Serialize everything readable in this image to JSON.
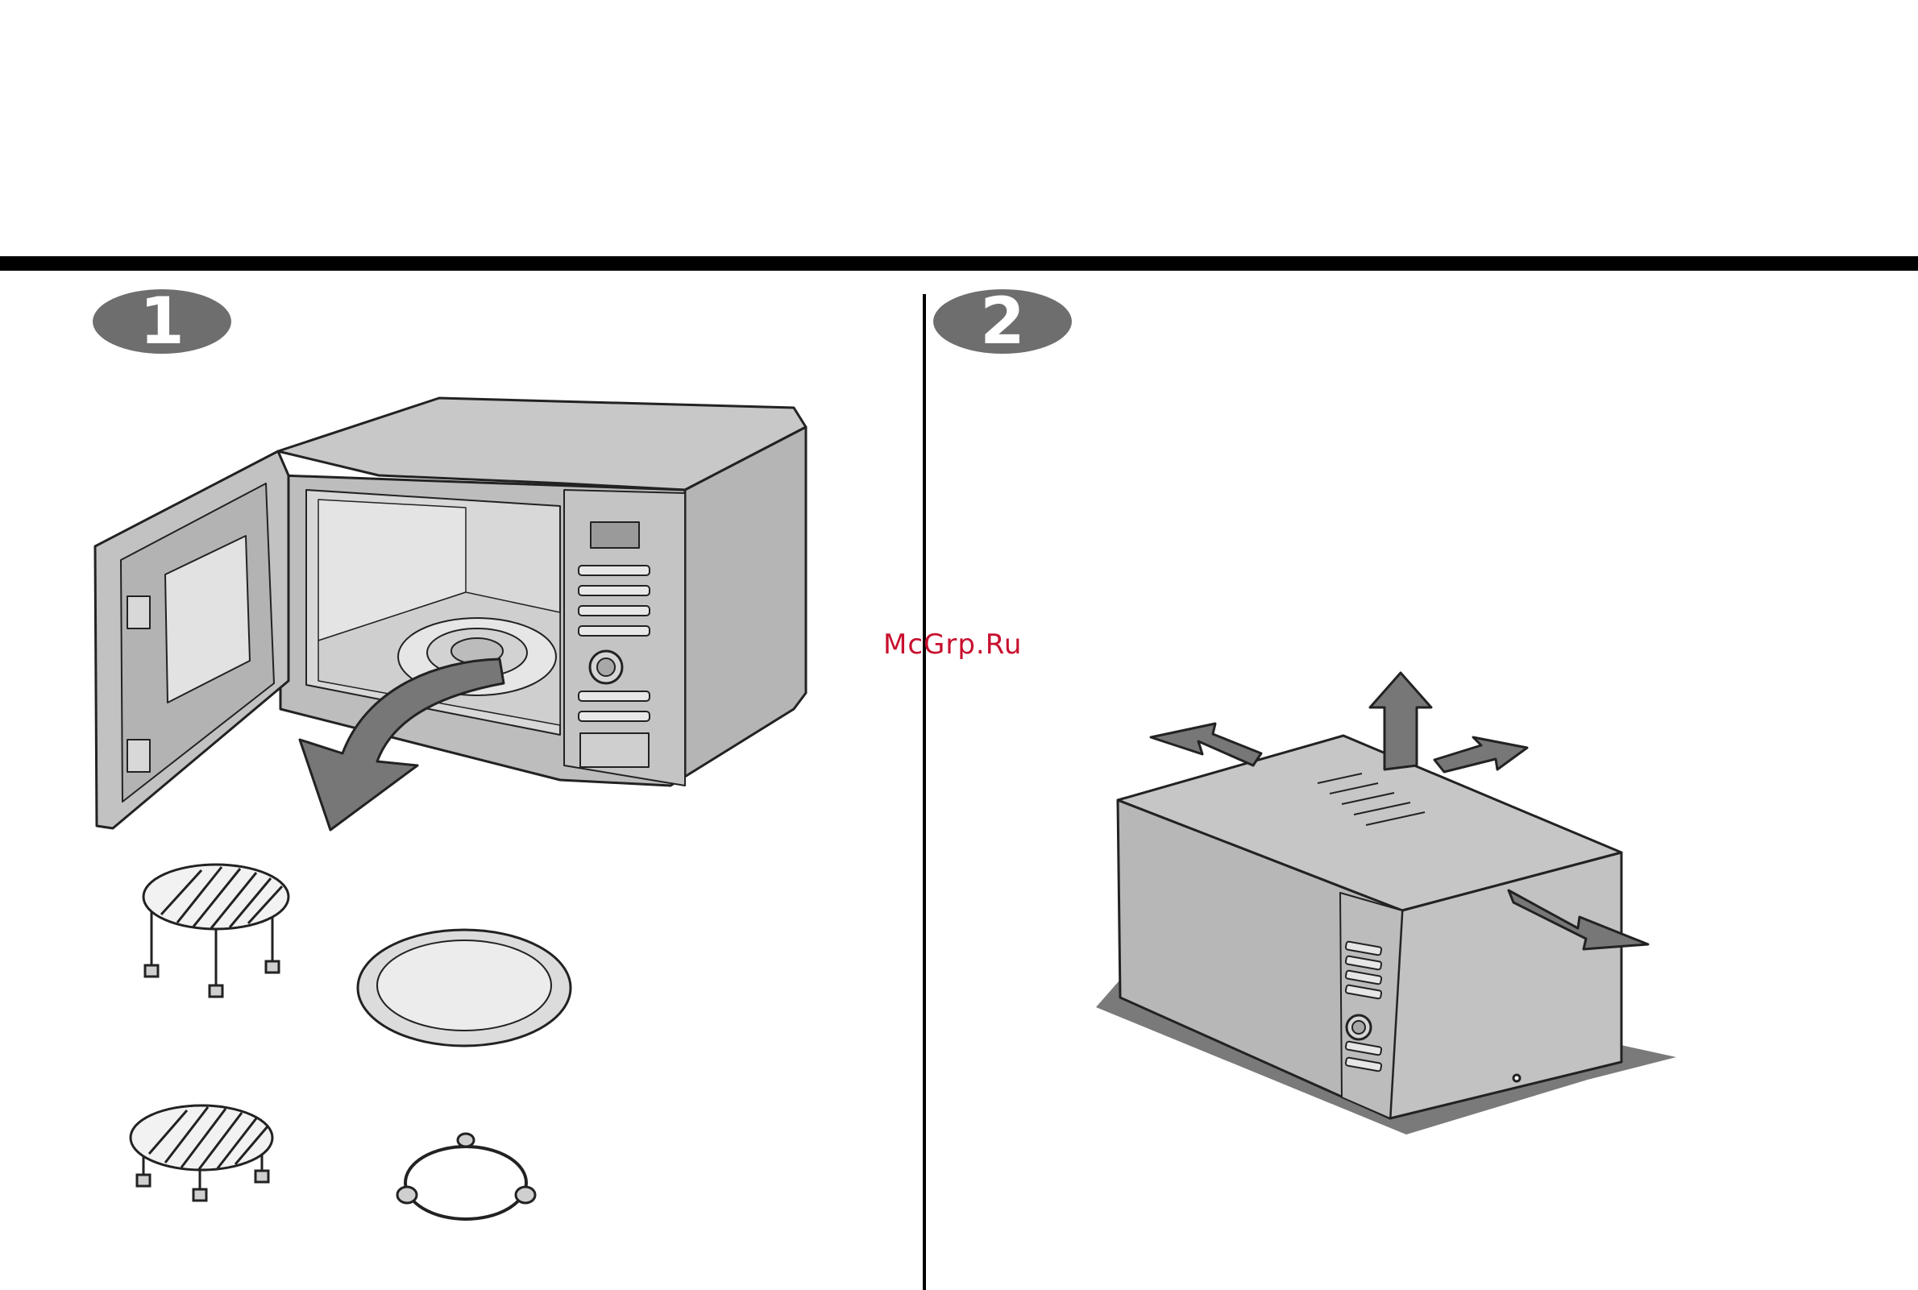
{
  "steps": [
    {
      "number": "1"
    },
    {
      "number": "2"
    }
  ],
  "watermark": {
    "text": "McGrp.Ru"
  },
  "colors": {
    "rule": "#000000",
    "badge": "#6e6e6e",
    "appliance": "#bdbdbd",
    "appliance_dark": "#9a9a9a",
    "arrow": "#777777",
    "shadow": "#7a7a7a",
    "watermark": "#c8102e"
  },
  "icons": [
    "microwave-open-door-icon",
    "microwave-closed-icon",
    "grill-rack-high-icon",
    "grill-rack-low-icon",
    "glass-turntable-icon",
    "roller-ring-icon",
    "airflow-arrow-icon"
  ]
}
